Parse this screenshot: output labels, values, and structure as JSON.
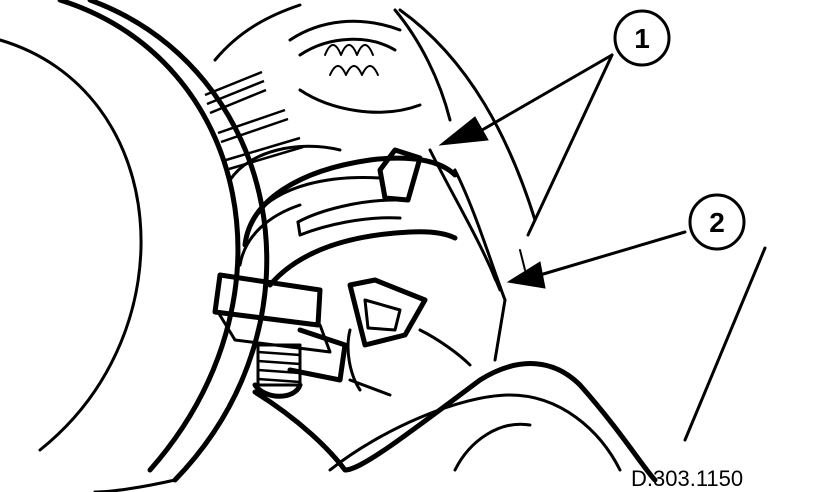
{
  "callouts": [
    {
      "label": "1"
    },
    {
      "label": "2"
    }
  ],
  "reference_code": "D.303.1150"
}
